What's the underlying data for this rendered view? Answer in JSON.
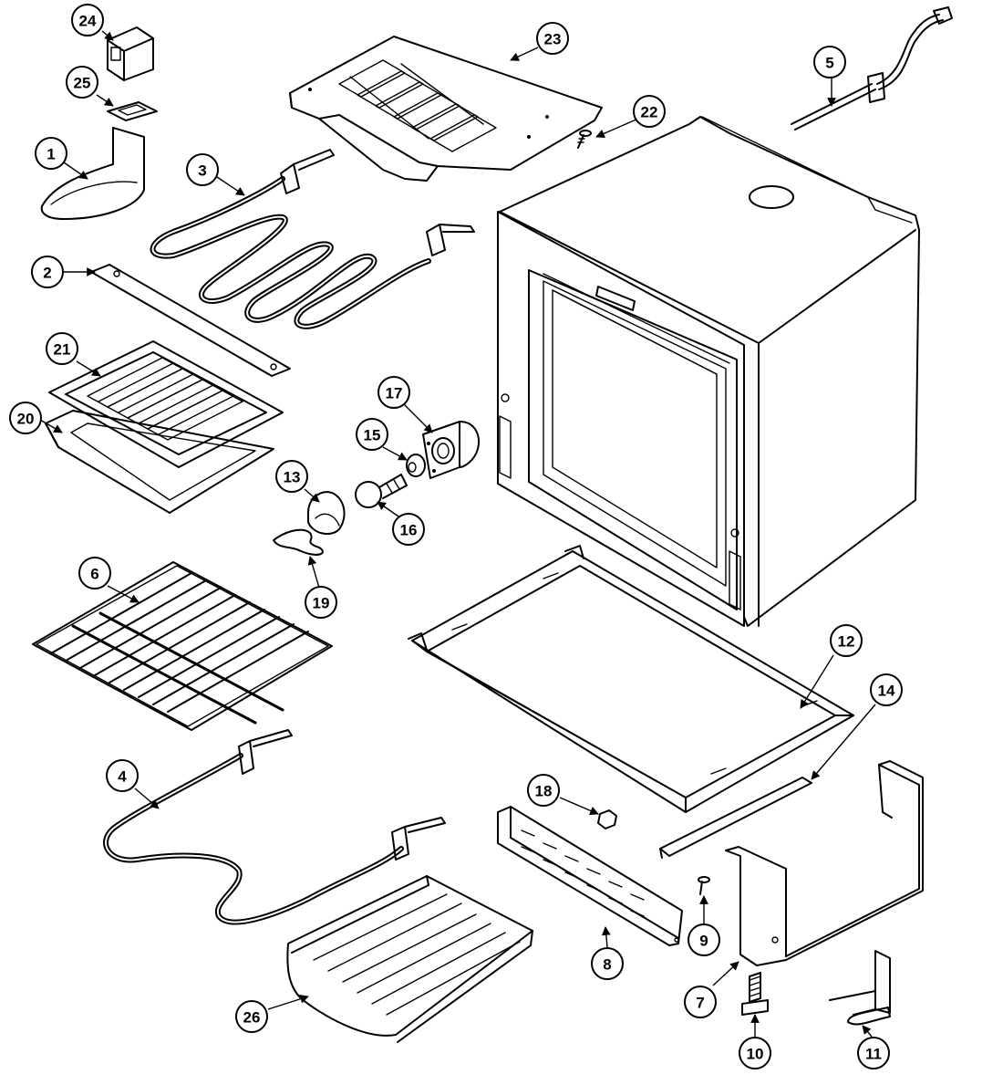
{
  "diagram": {
    "callouts": [
      "24",
      "25",
      "1",
      "3",
      "23",
      "22",
      "5",
      "2",
      "21",
      "20",
      "17",
      "15",
      "16",
      "13",
      "19",
      "6",
      "12",
      "14",
      "4",
      "18",
      "9",
      "8",
      "7",
      "10",
      "11",
      "26"
    ]
  }
}
